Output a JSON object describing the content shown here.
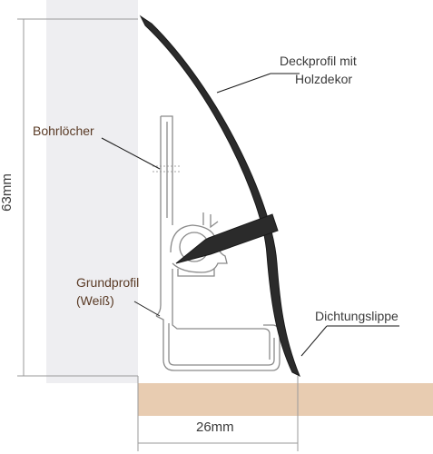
{
  "labels": {
    "deckprofil_line1": "Deckprofil mit",
    "deckprofil_line2": "Holzdekor",
    "bohrloecher": "Bohrlöcher",
    "grundprofil_line1": "Grundprofil",
    "grundprofil_line2": "(Weiß)",
    "dichtungslippe": "Dichtungslippe"
  },
  "dimensions": {
    "height": "63mm",
    "width": "26mm"
  },
  "colors": {
    "wall": "#eeeef1",
    "floor": "#e8ccb1",
    "cover_profile": "#2b2b2b",
    "base_profile_stroke": "#8a8a8a",
    "dimension_line": "#9a9a9a",
    "label_brown": "#5a3b26"
  }
}
